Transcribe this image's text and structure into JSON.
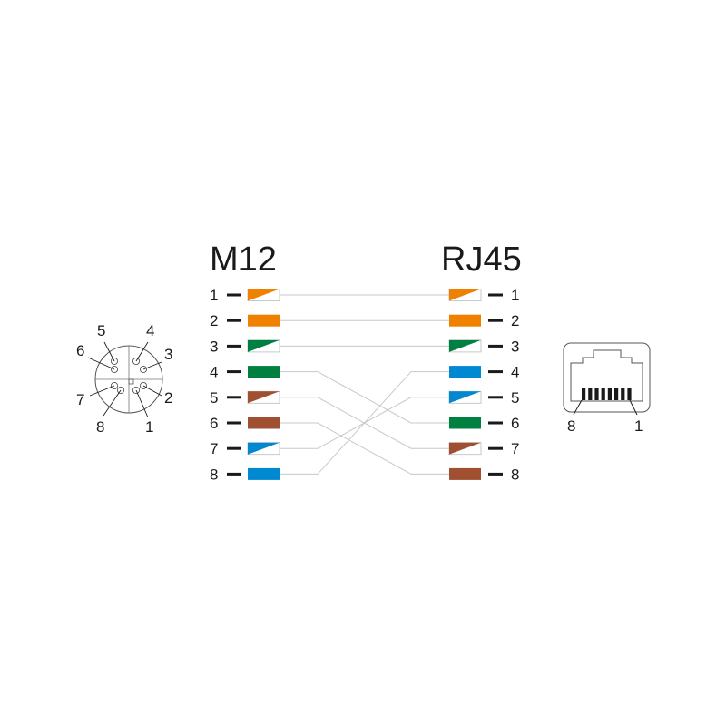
{
  "titles": {
    "left": "M12",
    "right": "RJ45"
  },
  "colors": {
    "orange": "#f08000",
    "green": "#008040",
    "blue": "#0088d0",
    "brown": "#a05030",
    "white": "#ffffff",
    "wire": "#c8c8c8",
    "line": "#1a1a1a"
  },
  "wires": [
    {
      "color": "orange",
      "striped": true
    },
    {
      "color": "orange",
      "striped": false
    },
    {
      "color": "green",
      "striped": true
    },
    {
      "color": "green",
      "striped": false
    },
    {
      "color": "brown",
      "striped": true
    },
    {
      "color": "brown",
      "striped": false
    },
    {
      "color": "blue",
      "striped": true
    },
    {
      "color": "blue",
      "striped": false
    }
  ],
  "m12_pins": [
    {
      "label": "1",
      "wire": 0,
      "rj45_pin": "1"
    },
    {
      "label": "2",
      "wire": 1,
      "rj45_pin": "2"
    },
    {
      "label": "3",
      "wire": 2,
      "rj45_pin": "3"
    },
    {
      "label": "4",
      "wire": 3,
      "rj45_pin": "6"
    },
    {
      "label": "5",
      "wire": 4,
      "rj45_pin": "7"
    },
    {
      "label": "6",
      "wire": 5,
      "rj45_pin": "8"
    },
    {
      "label": "7",
      "wire": 6,
      "rj45_pin": "5"
    },
    {
      "label": "8",
      "wire": 7,
      "rj45_pin": "4"
    }
  ],
  "rj45_pins": [
    {
      "label": "1",
      "wire": 0
    },
    {
      "label": "2",
      "wire": 1
    },
    {
      "label": "3",
      "wire": 2
    },
    {
      "label": "4",
      "wire": 7
    },
    {
      "label": "5",
      "wire": 6
    },
    {
      "label": "6",
      "wire": 3
    },
    {
      "label": "7",
      "wire": 4
    },
    {
      "label": "8",
      "wire": 5
    }
  ],
  "m12_connector": {
    "pin_labels": [
      "1",
      "2",
      "3",
      "4",
      "5",
      "6",
      "7",
      "8"
    ]
  },
  "rj45_connector": {
    "pin_labels": [
      "8",
      "1"
    ]
  }
}
